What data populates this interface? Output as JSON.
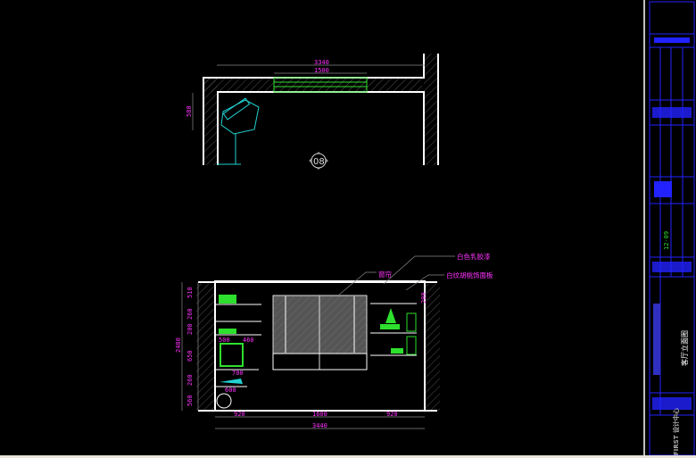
{
  "plan": {
    "callout": "08",
    "dim_total": "3340",
    "dim_window": "1500",
    "dim_side": "580"
  },
  "elevation": {
    "labels": {
      "paint": "白色乳胶漆",
      "curtain": "窗帘",
      "panel": "白纹胡桃饰面板"
    },
    "left_dims": [
      "510",
      "260",
      "200",
      "650",
      "260",
      "560"
    ],
    "total_height": "2480",
    "shelf_dims": [
      "500",
      "460",
      "700",
      "600"
    ],
    "right_dim": "200",
    "bottom_dims": [
      "920",
      "1600",
      "920"
    ],
    "bottom_total": "3440"
  },
  "title_block": {
    "date": "12-09",
    "drawing_title": "客厅立面图",
    "company": "FIRST 设计中心"
  },
  "colors": {
    "background": "#000000",
    "dimension": "#ff33ff",
    "title_grid": "#2222ff",
    "furniture": "#2ee02e",
    "accent": "#22d0d0"
  }
}
